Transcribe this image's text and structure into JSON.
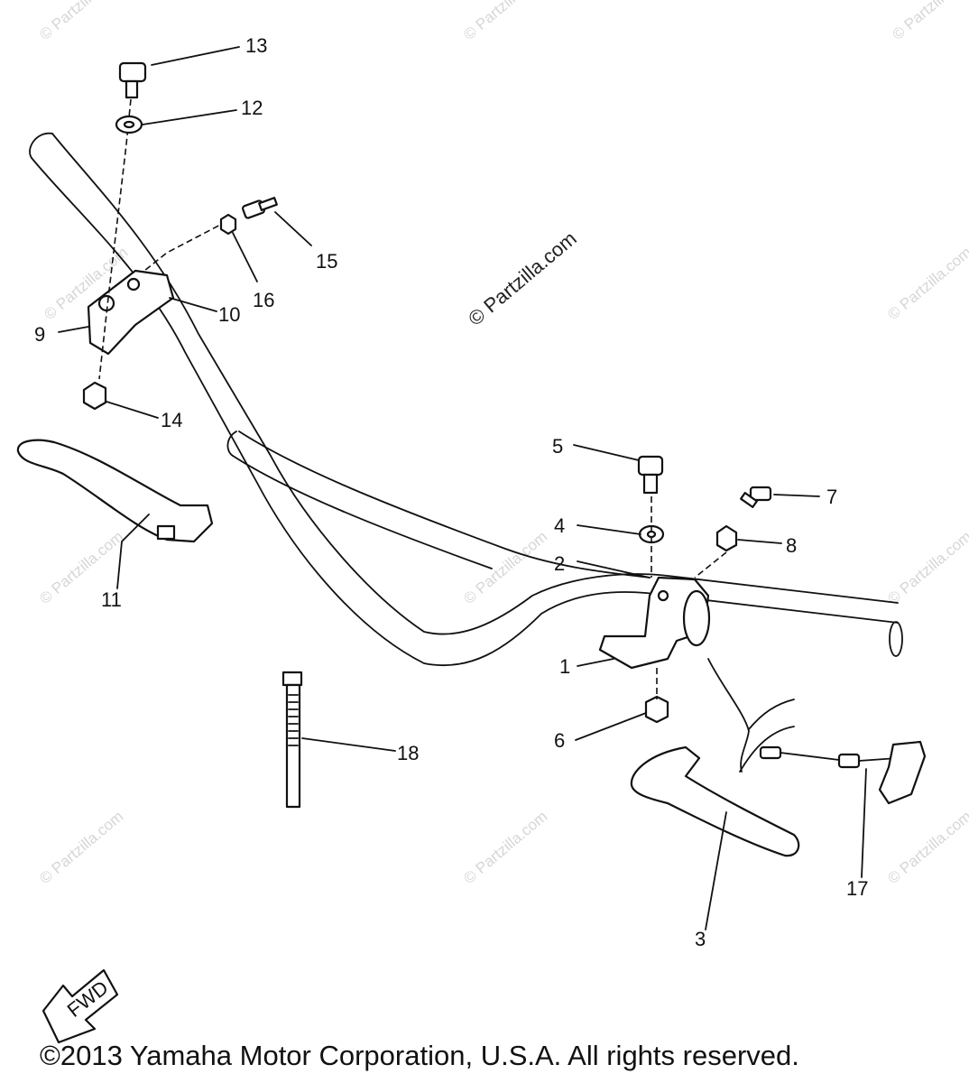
{
  "diagram": {
    "callouts": {
      "c1": "1",
      "c2": "2",
      "c3": "3",
      "c4": "4",
      "c5": "5",
      "c6": "6",
      "c7": "7",
      "c8": "8",
      "c9": "9",
      "c10": "10",
      "c11": "11",
      "c12": "12",
      "c13": "13",
      "c14": "14",
      "c15": "15",
      "c16": "16",
      "c17": "17",
      "c18": "18"
    },
    "fwd_label": "FWD",
    "watermark_main": "© Partzilla.com",
    "watermark_repeat": "© Partzilla.com"
  },
  "footer": {
    "copyright": "©2013 Yamaha Motor Corporation, U.S.A. All rights reserved."
  }
}
